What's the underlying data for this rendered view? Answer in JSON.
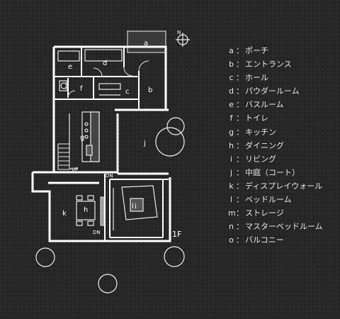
{
  "plan": {
    "floor_label": "1F",
    "north_label": "N",
    "up_label": "UP",
    "dn_label": "DN",
    "dn2_label": "DN",
    "room_letters": {
      "a": "a",
      "b": "b",
      "c": "c",
      "d": "d",
      "e": "e",
      "f": "f",
      "g": "g",
      "h": "h",
      "i": "i",
      "j": "j",
      "k": "k",
      "l": "l"
    }
  },
  "legend": {
    "separator": "：",
    "items": [
      {
        "key": "a",
        "label": "ポーチ"
      },
      {
        "key": "b",
        "label": "エントランス"
      },
      {
        "key": "c",
        "label": "ホール"
      },
      {
        "key": "d",
        "label": "パウダールーム"
      },
      {
        "key": "e",
        "label": "バスルーム"
      },
      {
        "key": "f",
        "label": "トイレ"
      },
      {
        "key": "g",
        "label": "キッチン"
      },
      {
        "key": "h",
        "label": "ダイニング"
      },
      {
        "key": "i",
        "label": "リビング"
      },
      {
        "key": "j",
        "label": "中庭（コート）"
      },
      {
        "key": "k",
        "label": "ディスプレイウォール"
      },
      {
        "key": "l",
        "label": "ベッドルーム"
      },
      {
        "key": "m",
        "label": "ストレージ"
      },
      {
        "key": "n",
        "label": "マスターベッドルーム"
      },
      {
        "key": "o",
        "label": "バルコニー"
      }
    ]
  }
}
